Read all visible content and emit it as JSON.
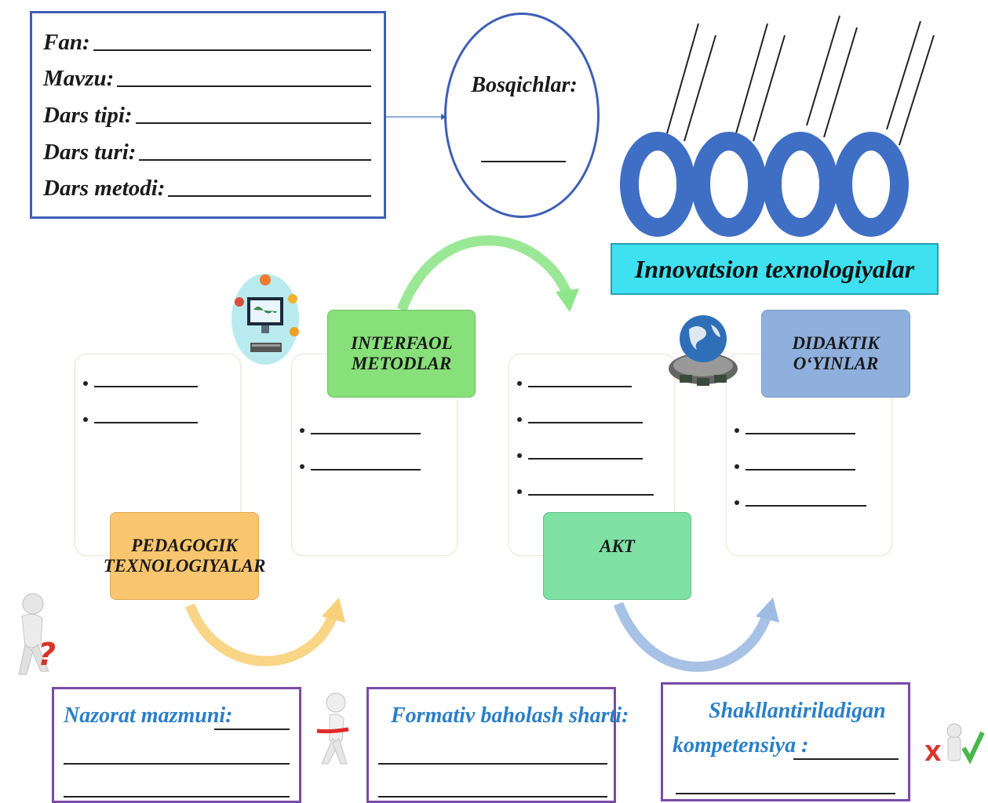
{
  "info": {
    "fan": "Fan:",
    "mavzu": "Mavzu:",
    "dars_tipi": "Dars tipi:",
    "dars_turi": "Dars turi:",
    "dars_metodi": "Dars metodi:"
  },
  "stages": {
    "label": "Bosqichlar:"
  },
  "innovation": {
    "label": "Innovatsion texnologiyalar"
  },
  "blocks": {
    "interfaol": "INTERFAOL METODLAR",
    "didaktik": "DIDAKTIK O‘YINLAR",
    "pedagogik": "PEDAGOGIK TEXNOLOGIYALAR",
    "akt": "AKT"
  },
  "bottom": {
    "nazorat": "Nazorat mazmuni:",
    "formativ": "Formativ baholash sharti:",
    "shakl_line1": "Shakllantiriladigan",
    "shakl_line2": "kompetensiya :"
  },
  "colors": {
    "frame_blue": "#3e5fb5",
    "banner_cyan": "#3fe0f0",
    "ring_blue": "#3f6fc4",
    "interfaol_green": "#88e07a",
    "didaktik_blue": "#8fb0dc",
    "pedagogik_orange": "#f9c56e",
    "akt_green": "#7fe0a4",
    "bottom_purple": "#7a4aa8",
    "bottom_title_blue": "#2a7fc8"
  },
  "icons": [
    "computer-world-icon",
    "globe-laptops-icon",
    "thinking-person-icon",
    "running-person-icon",
    "xv-check-person-icon"
  ]
}
